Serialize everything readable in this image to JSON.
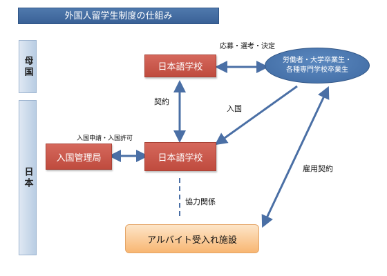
{
  "title": "外国人留学生制度の仕組み",
  "side_labels": {
    "home_country": "母国",
    "japan": "日本"
  },
  "boxes": {
    "school_home": "日本語学校",
    "school_japan": "日本語学校",
    "immigration": "入国管理局",
    "workers_line1": "労働者・大学卒業生・",
    "workers_line2": "各種専門学校卒業生",
    "parttime": "アルバイト受入れ施設"
  },
  "labels": {
    "application": "応募・選考・決定",
    "contract": "契約",
    "entry": "入国",
    "entry_permit": "入国申請・入国許可",
    "employment_contract": "雇用契約",
    "cooperation": "協力関係"
  },
  "colors": {
    "title_bg": "#3a6196",
    "red_box": "#c9574a",
    "ellipse": "#4a76ad",
    "orange_box": "#f9c487",
    "arrow": "#4a6fa5",
    "dashed_line": "#4a6fa5"
  }
}
